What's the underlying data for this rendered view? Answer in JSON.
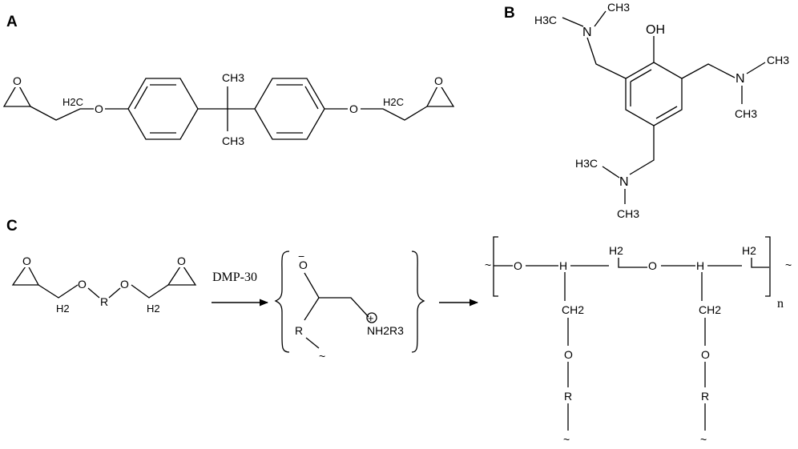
{
  "panels": {
    "a": "A",
    "b": "B",
    "c": "C"
  },
  "panel_a": {
    "methyl_top": "CH3",
    "methyl_bottom": "CH3",
    "ether_o_left": "O",
    "ether_o_right": "O",
    "epoxide_o_left": "O",
    "epoxide_o_right": "O",
    "ch2_left": "H2C",
    "ch2_right": "H2C"
  },
  "panel_b": {
    "hydroxyl": "OH",
    "amine_n": "N",
    "methyl": "CH3",
    "methyl_left": "H3C"
  },
  "panel_c": {
    "catalyst": "DMP-30",
    "epoxide_o": "O",
    "chain_o": "O",
    "r_group": "R",
    "h2": "H2",
    "alkoxide_o": "O",
    "negative_charge": "−",
    "positive_charge": "+",
    "ammonium": "NH2R3",
    "tilde": "~",
    "h": "H",
    "ch2": "CH2",
    "subscript_n": "n"
  }
}
